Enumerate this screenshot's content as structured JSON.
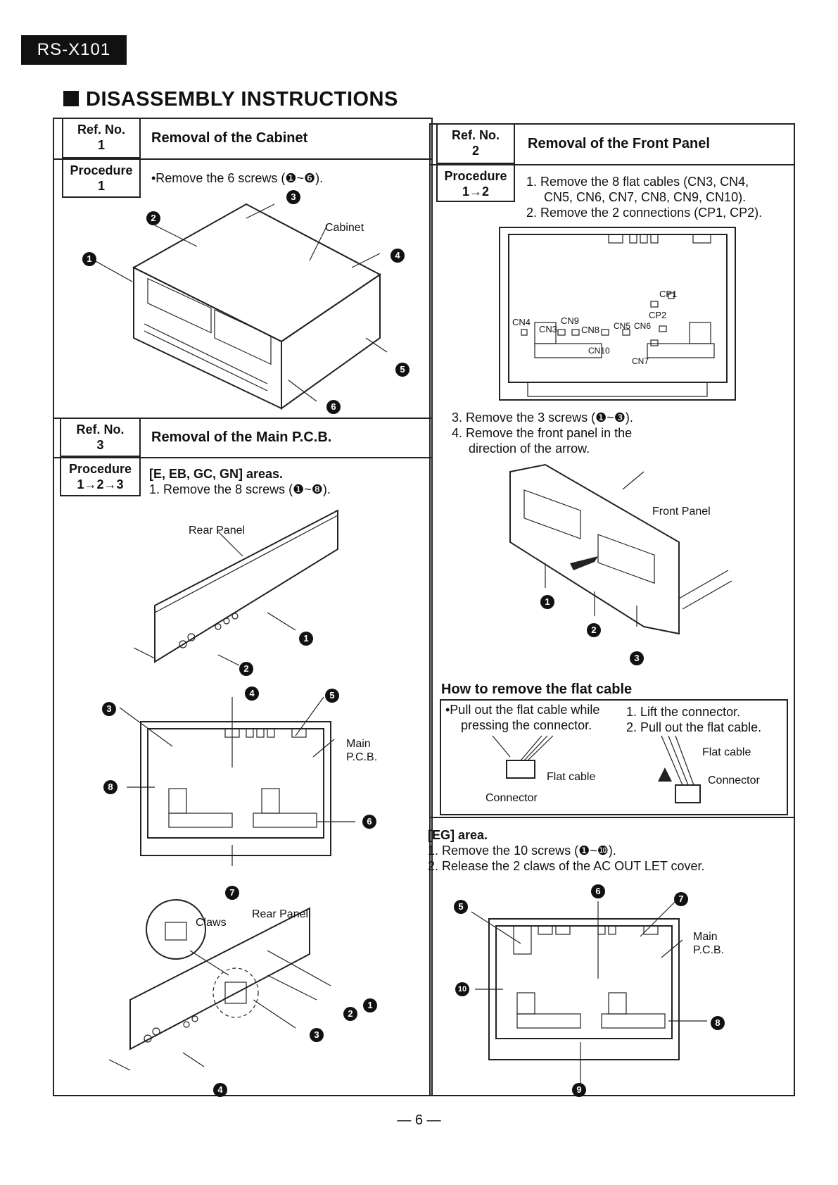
{
  "model": "RS-X101",
  "title": "DISASSEMBLY INSTRUCTIONS",
  "sec1": {
    "ref_label": "Ref. No.",
    "ref_no": "1",
    "heading": "Removal of the Cabinet",
    "proc_label": "Procedure",
    "proc_no": "1",
    "step": "•Remove the 6 screws (❶~❻).",
    "labels": {
      "cabinet": "Cabinet"
    }
  },
  "sec2": {
    "ref_label": "Ref. No.",
    "ref_no": "2",
    "heading": "Removal of the Front Panel",
    "proc_label": "Procedure",
    "proc_no": "1→2",
    "steps": [
      "1. Remove the 8 flat cables (CN3, CN4,",
      "CN5, CN6, CN7, CN8, CN9, CN10).",
      "2. Remove the 2 connections (CP1, CP2).",
      "3. Remove the 3 screws (❶~❸).",
      "4. Remove the front panel in the",
      "direction of the arrow."
    ],
    "labels": {
      "cp1": "CP1",
      "cp2": "CP2",
      "cn4": "CN4",
      "cn3": "CN3",
      "cn9": "CN9",
      "cn8": "CN8",
      "cn5": "CN5",
      "cn6": "CN6",
      "cn10": "CN10",
      "cn7": "CN7",
      "front_panel": "Front Panel"
    }
  },
  "flat": {
    "heading": "How to remove the flat cable",
    "left_1": "•Pull out the flat cable while",
    "left_2": "pressing the connector.",
    "right_1": "1. Lift the connector.",
    "right_2": "2. Pull out the flat cable.",
    "flat_cable": "Flat cable",
    "connector": "Connector"
  },
  "eg": {
    "heading": "[EG] area.",
    "step1": "1. Remove the 10 screws (❶~❿).",
    "step2": "2. Release the 2 claws of the AC OUT LET cover.",
    "main_pcb_1": "Main",
    "main_pcb_2": "P.C.B."
  },
  "sec3": {
    "ref_label": "Ref. No.",
    "ref_no": "3",
    "heading": "Removal of the Main P.C.B.",
    "proc_label": "Procedure",
    "proc_no": "1→2→3",
    "area": "[E, EB, GC, GN] areas.",
    "step1": "1. Remove the 8 screws (❶~❽).",
    "labels": {
      "rear_panel": "Rear Panel",
      "main_1": "Main",
      "main_2": "P.C.B.",
      "claws": "Claws",
      "rear_panel_2": "Rear Panel"
    }
  },
  "page_number": "— 6 —",
  "callouts": {
    "n1": "1",
    "n2": "2",
    "n3": "3",
    "n4": "4",
    "n5": "5",
    "n6": "6",
    "n7": "7",
    "n8": "8",
    "n9": "9",
    "n10": "10"
  }
}
